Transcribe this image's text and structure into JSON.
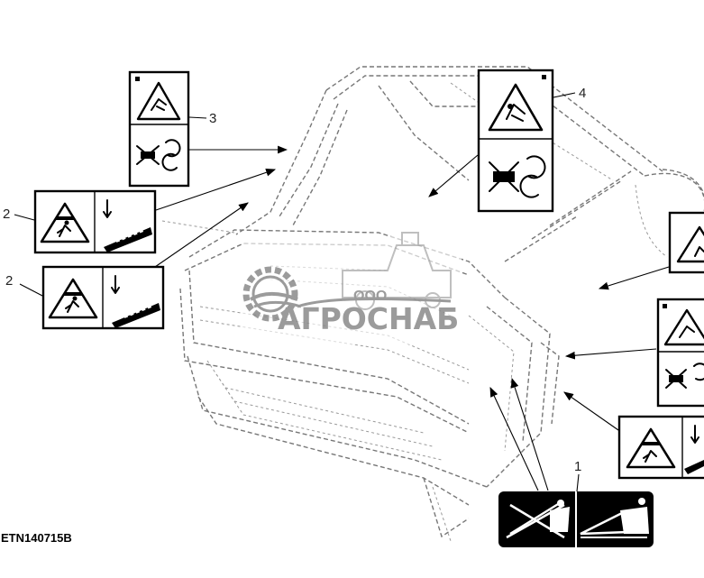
{
  "figure_id": "ETN140715B",
  "watermark": {
    "prefix": "ООО",
    "name": "АГРОСНАБ"
  },
  "callouts": [
    {
      "number": "1",
      "decal": "rake-angle"
    },
    {
      "number": "2",
      "decal": "crush-hazard-stay-clear"
    },
    {
      "number": "2",
      "decal": "crush-hazard-stay-clear"
    },
    {
      "number": "3",
      "decal": "entanglement-rotating-parts"
    },
    {
      "number": "4",
      "decal": "entanglement-rotating-parts"
    }
  ],
  "icons": [
    "warning-triangle-icon",
    "crush-hazard-icon",
    "hand-entanglement-icon",
    "no-hands-icon",
    "rotation-arrows-icon",
    "down-arrow-icon",
    "support-stand-icon",
    "tilt-angle-icon",
    "gear-logo-icon"
  ],
  "colors": {
    "ink": "#000000",
    "drawing": "#777777",
    "watermark": "#8a8a8a",
    "decal_black": "#000000"
  }
}
